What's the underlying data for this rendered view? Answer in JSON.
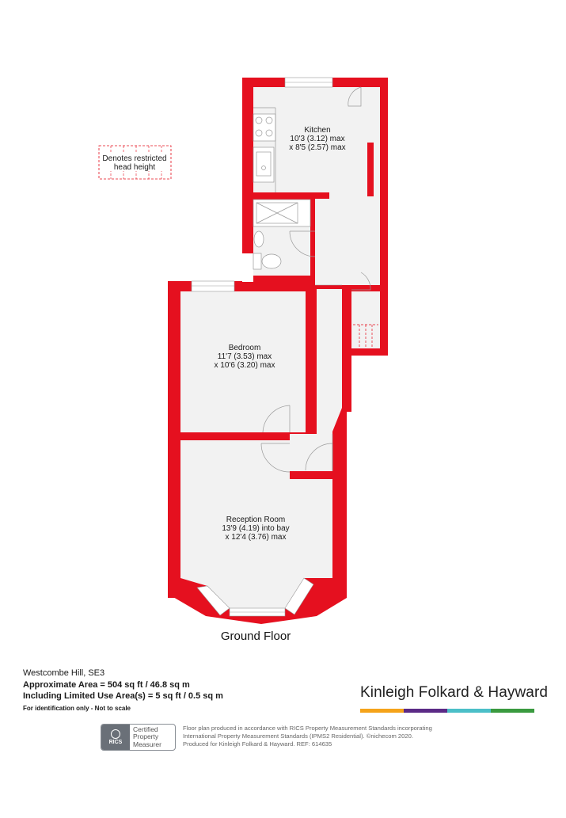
{
  "legend": {
    "line1": "Denotes restricted",
    "line2": "head height"
  },
  "rooms": [
    {
      "name": "Kitchen",
      "dim1": "10'3 (3.12) max",
      "dim2": "x 8'5 (2.57) max"
    },
    {
      "name": "Bedroom",
      "dim1": "11'7 (3.53) max",
      "dim2": "x 10'6 (3.20) max"
    },
    {
      "name": "Reception Room",
      "dim1": "13'9 (4.19) into bay",
      "dim2": "x 12'4 (3.76) max"
    }
  ],
  "floor_title": "Ground Floor",
  "property": {
    "address": "Westcombe Hill, SE3",
    "approx_area": "Approximate Area = 504 sq ft / 46.8 sq m",
    "limited_area": "Including Limited Use Area(s) = 5 sq ft / 0.5 sq m",
    "note": "For identification only - Not to scale"
  },
  "brand": {
    "name": "Kinleigh Folkard & Hayward",
    "bar_colors": [
      "#f5a31a",
      "#5b2a86",
      "#4bbfc8",
      "#3a9a3f"
    ]
  },
  "rics": {
    "badge": "RICS",
    "line1": "Certified",
    "line2": "Property",
    "line3": "Measurer"
  },
  "disclaimer": {
    "line1": "Floor plan produced in accordance with RICS Property Measurement Standards incorporating",
    "line2": "International Property Measurement Standards (IPMS2 Residential).  ©nichecom 2020.",
    "line3": "Produced for Kinleigh Folkard & Hayward.   REF: 614635"
  },
  "colors": {
    "wall": "#e5101f",
    "floor": "#f2f2f2",
    "fixture": "#9a9a9a"
  }
}
